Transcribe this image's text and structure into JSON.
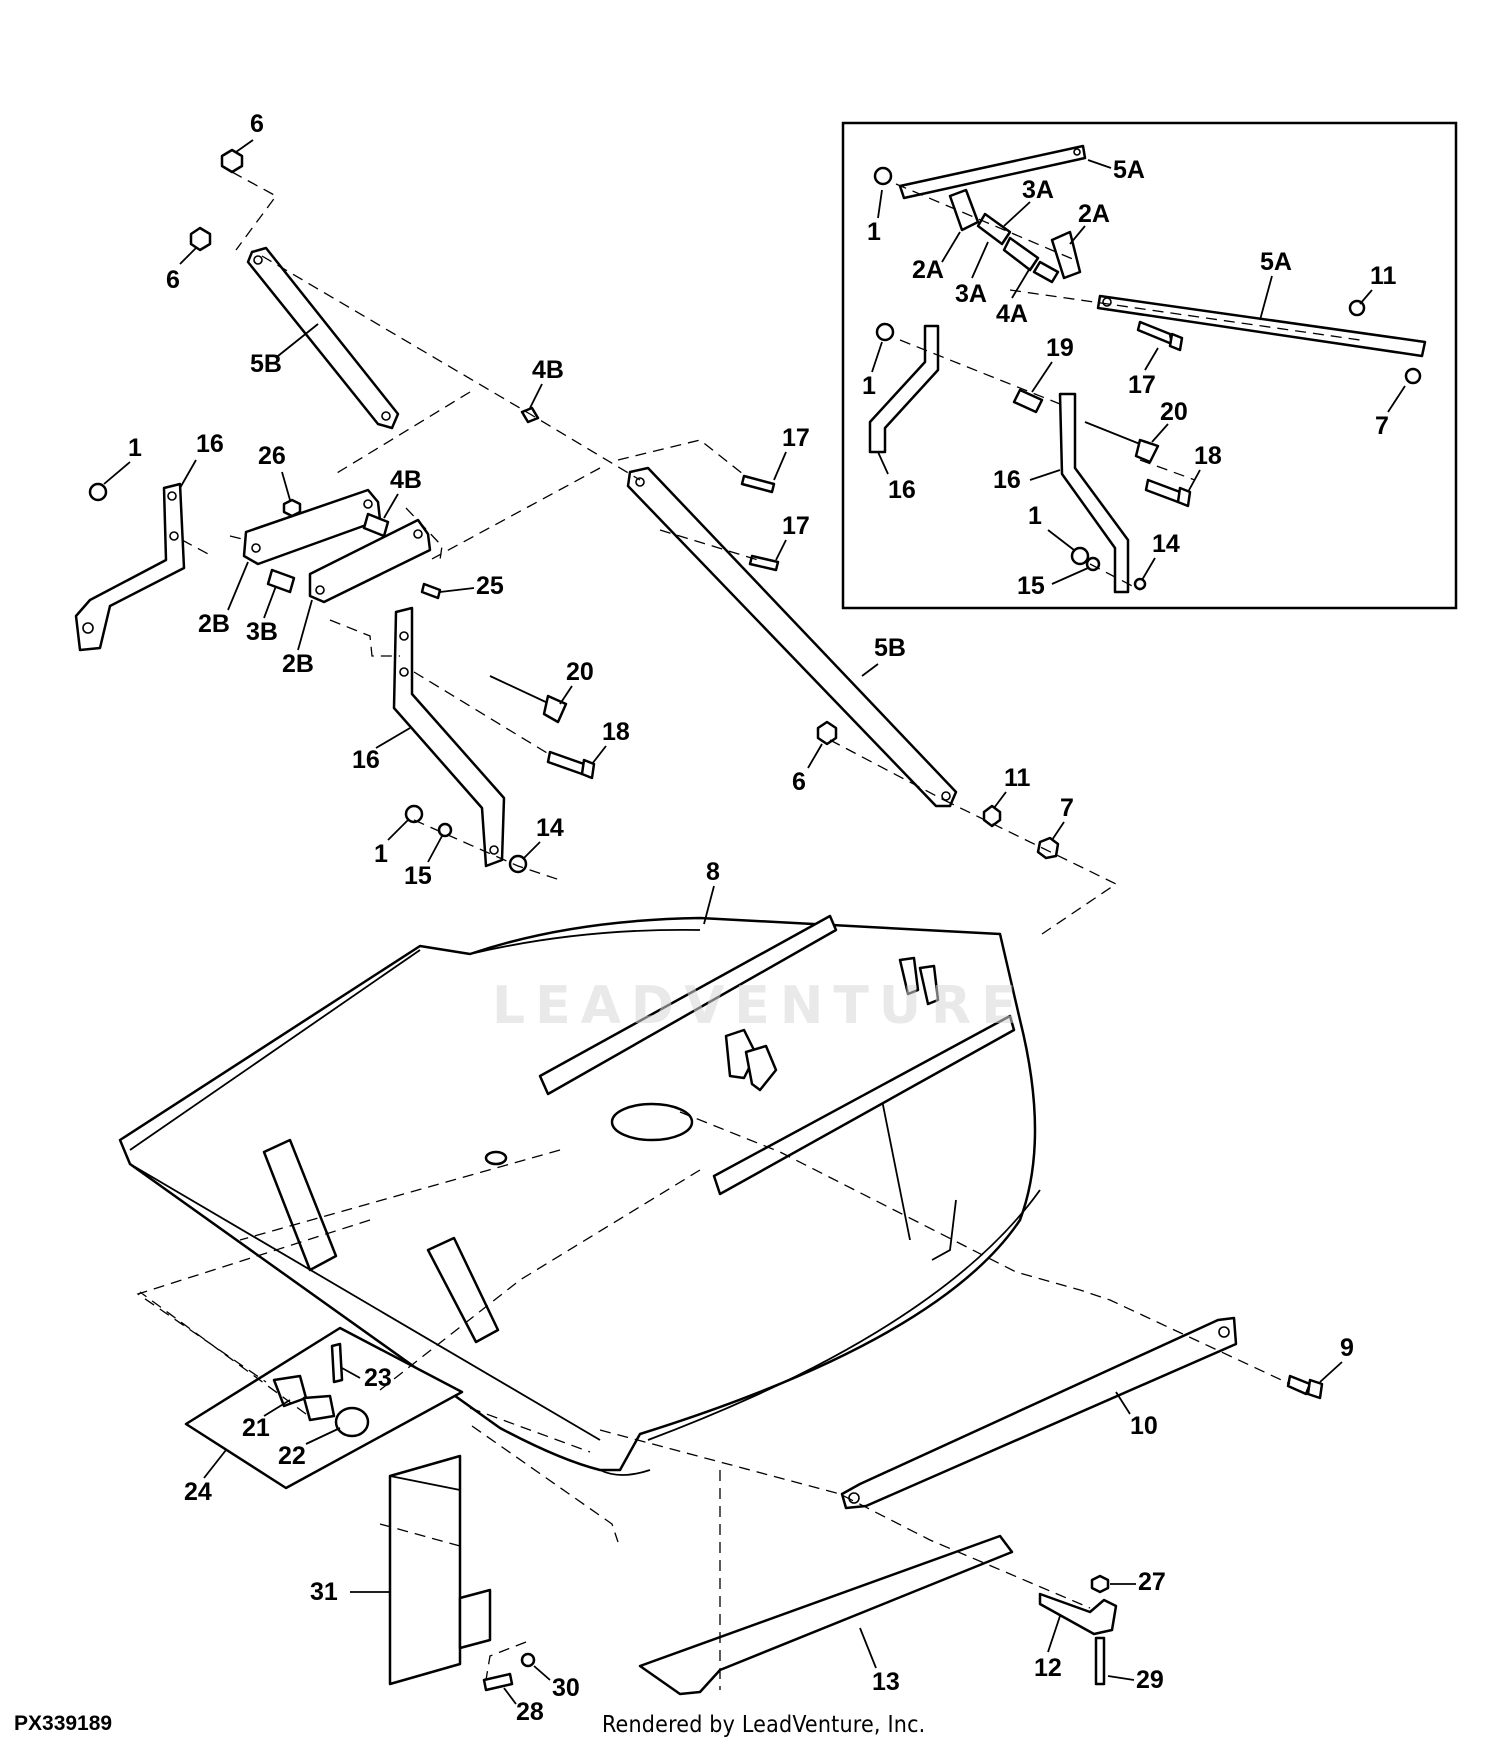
{
  "figure_id": "PX339189",
  "credit": "Rendered by LeadVenture, Inc.",
  "watermark": "LEADVENTURE",
  "callouts": [
    {
      "id": "c6a",
      "text": "6"
    },
    {
      "id": "c6b",
      "text": "6"
    },
    {
      "id": "c5b-top",
      "text": "5B"
    },
    {
      "id": "c4b-top",
      "text": "4B"
    },
    {
      "id": "c1-left",
      "text": "1"
    },
    {
      "id": "c16-left",
      "text": "16"
    },
    {
      "id": "c26",
      "text": "26"
    },
    {
      "id": "c4b-mid",
      "text": "4B"
    },
    {
      "id": "c17a",
      "text": "17"
    },
    {
      "id": "c17b",
      "text": "17"
    },
    {
      "id": "c25",
      "text": "25"
    },
    {
      "id": "c2b-a",
      "text": "2B"
    },
    {
      "id": "c3b",
      "text": "3B"
    },
    {
      "id": "c2b-b",
      "text": "2B"
    },
    {
      "id": "c20",
      "text": "20"
    },
    {
      "id": "c18",
      "text": "18"
    },
    {
      "id": "c16-mid",
      "text": "16"
    },
    {
      "id": "c1-mid",
      "text": "1"
    },
    {
      "id": "c15",
      "text": "15"
    },
    {
      "id": "c14",
      "text": "14"
    },
    {
      "id": "c5b-right",
      "text": "5B"
    },
    {
      "id": "c6c",
      "text": "6"
    },
    {
      "id": "c11",
      "text": "11"
    },
    {
      "id": "c7",
      "text": "7"
    },
    {
      "id": "c8",
      "text": "8"
    },
    {
      "id": "c9",
      "text": "9"
    },
    {
      "id": "c10",
      "text": "10"
    },
    {
      "id": "c23",
      "text": "23"
    },
    {
      "id": "c21",
      "text": "21"
    },
    {
      "id": "c22",
      "text": "22"
    },
    {
      "id": "c24",
      "text": "24"
    },
    {
      "id": "c31",
      "text": "31"
    },
    {
      "id": "c13",
      "text": "13"
    },
    {
      "id": "c27",
      "text": "27"
    },
    {
      "id": "c12",
      "text": "12"
    },
    {
      "id": "c29",
      "text": "29"
    },
    {
      "id": "c28",
      "text": "28"
    },
    {
      "id": "c30",
      "text": "30"
    }
  ],
  "inset_callouts": [
    {
      "id": "i5a-top",
      "text": "5A"
    },
    {
      "id": "i1-top",
      "text": "1"
    },
    {
      "id": "i3a-top",
      "text": "3A"
    },
    {
      "id": "i2a-top",
      "text": "2A"
    },
    {
      "id": "i2a-left",
      "text": "2A"
    },
    {
      "id": "i3a-bot",
      "text": "3A"
    },
    {
      "id": "i4a",
      "text": "4A"
    },
    {
      "id": "i5a-right",
      "text": "5A"
    },
    {
      "id": "i11",
      "text": "11"
    },
    {
      "id": "i1-mid",
      "text": "1"
    },
    {
      "id": "i19",
      "text": "19"
    },
    {
      "id": "i17",
      "text": "17"
    },
    {
      "id": "i7",
      "text": "7"
    },
    {
      "id": "i20",
      "text": "20"
    },
    {
      "id": "i16-left",
      "text": "16"
    },
    {
      "id": "i18",
      "text": "18"
    },
    {
      "id": "i16-mid",
      "text": "16"
    },
    {
      "id": "i1-bot",
      "text": "1"
    },
    {
      "id": "i14",
      "text": "14"
    },
    {
      "id": "i15",
      "text": "15"
    }
  ]
}
